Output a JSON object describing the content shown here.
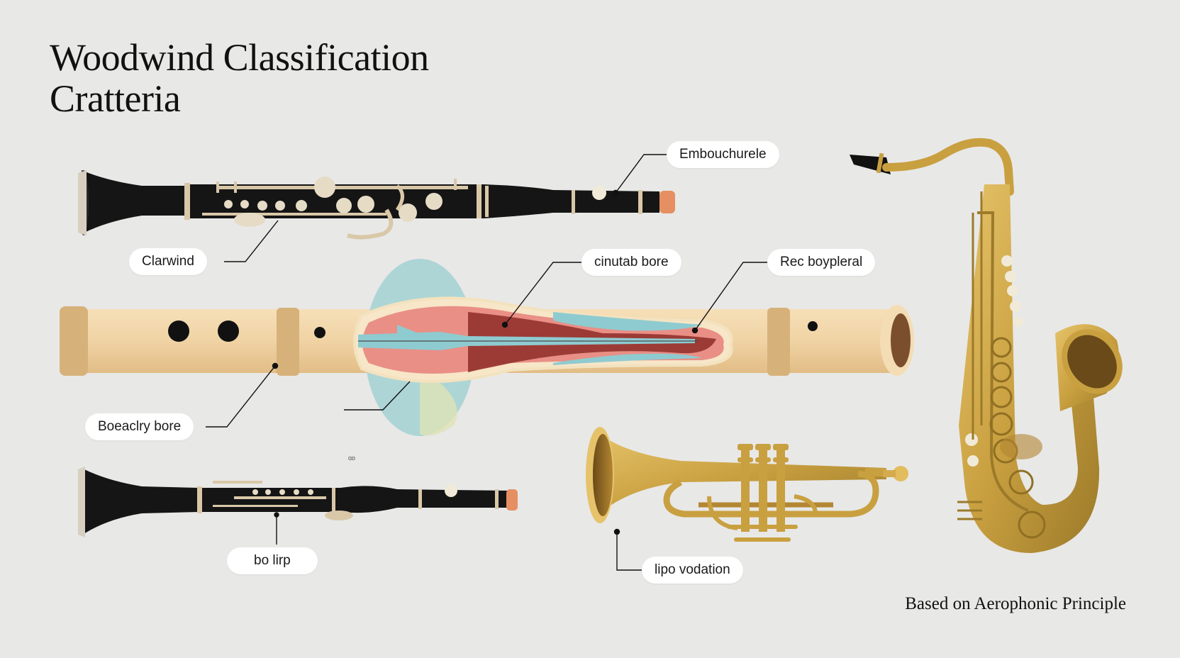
{
  "title": {
    "line1": "Woodwind Classification",
    "line2": "Cratteria"
  },
  "callouts": {
    "embouchure": "Embouchurele",
    "clarwind": "Clarwind",
    "cinutab_bore": "cinutab bore",
    "rec_boypleral": "Rec boypleral",
    "boeaclry_bore": "Boeaclry bore",
    "bo_lirp": "bo lirp",
    "lipo_vodation": "lipo vodation"
  },
  "stray_mark": "ɑɒ",
  "footer": "Based on Aerophonic Principle",
  "colors": {
    "background": "#e8e8e7",
    "clarinet_body": "#151515",
    "silver_keys": "#d9c8a8",
    "recorder_wood": "#f0d3a4",
    "recorder_ring": "#d6b27a",
    "brass": "#c9a040",
    "bore_red": "#9c3b36",
    "bore_pink": "#e98f86",
    "bore_blue": "#8ecbd0"
  },
  "icons": [
    "clarinet-illustration",
    "recorder-illustration",
    "oboe-illustration",
    "trumpet-illustration",
    "saxophone-illustration"
  ]
}
